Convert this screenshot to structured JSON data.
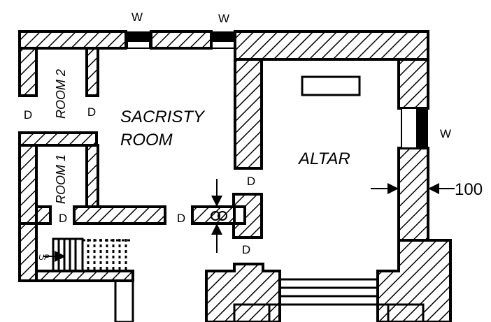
{
  "labels": {
    "sacristy_line1": "SACRISTY",
    "sacristy_line2": "ROOM",
    "altar": "ALTAR",
    "room1": "ROOM 1",
    "room2": "ROOM 2",
    "window": "W",
    "door": "D",
    "up": "UP",
    "dimension": "100"
  }
}
